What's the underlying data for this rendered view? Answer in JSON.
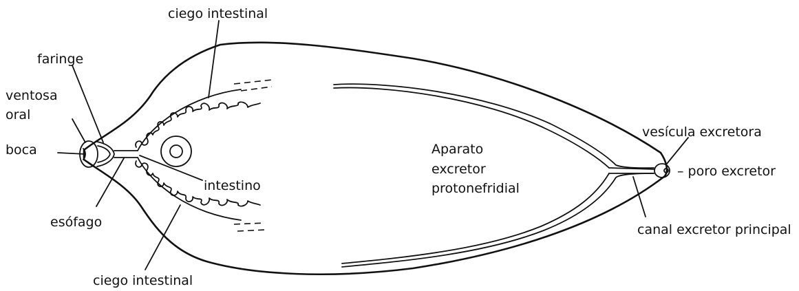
{
  "labels": {
    "ciego_intestinal_top": "ciego intestinal",
    "faringe": "faringe",
    "ventosa_oral_line1": "ventosa",
    "ventosa_oral_line2": "oral",
    "boca": "boca",
    "intestino": "intestino",
    "esofago": "esófago",
    "ciego_intestinal_bottom": "ciego intestinal",
    "aparato_line1": "Aparato",
    "aparato_line2": "excretor",
    "aparato_line3": "protonefridial",
    "vesicula_excretora": "vesícula excretora",
    "poro_excretor": "– poro excretor",
    "canal_excretor_principal": "canal excretor principal"
  },
  "colors": {
    "ink": "#111111",
    "background": "#ffffff"
  }
}
